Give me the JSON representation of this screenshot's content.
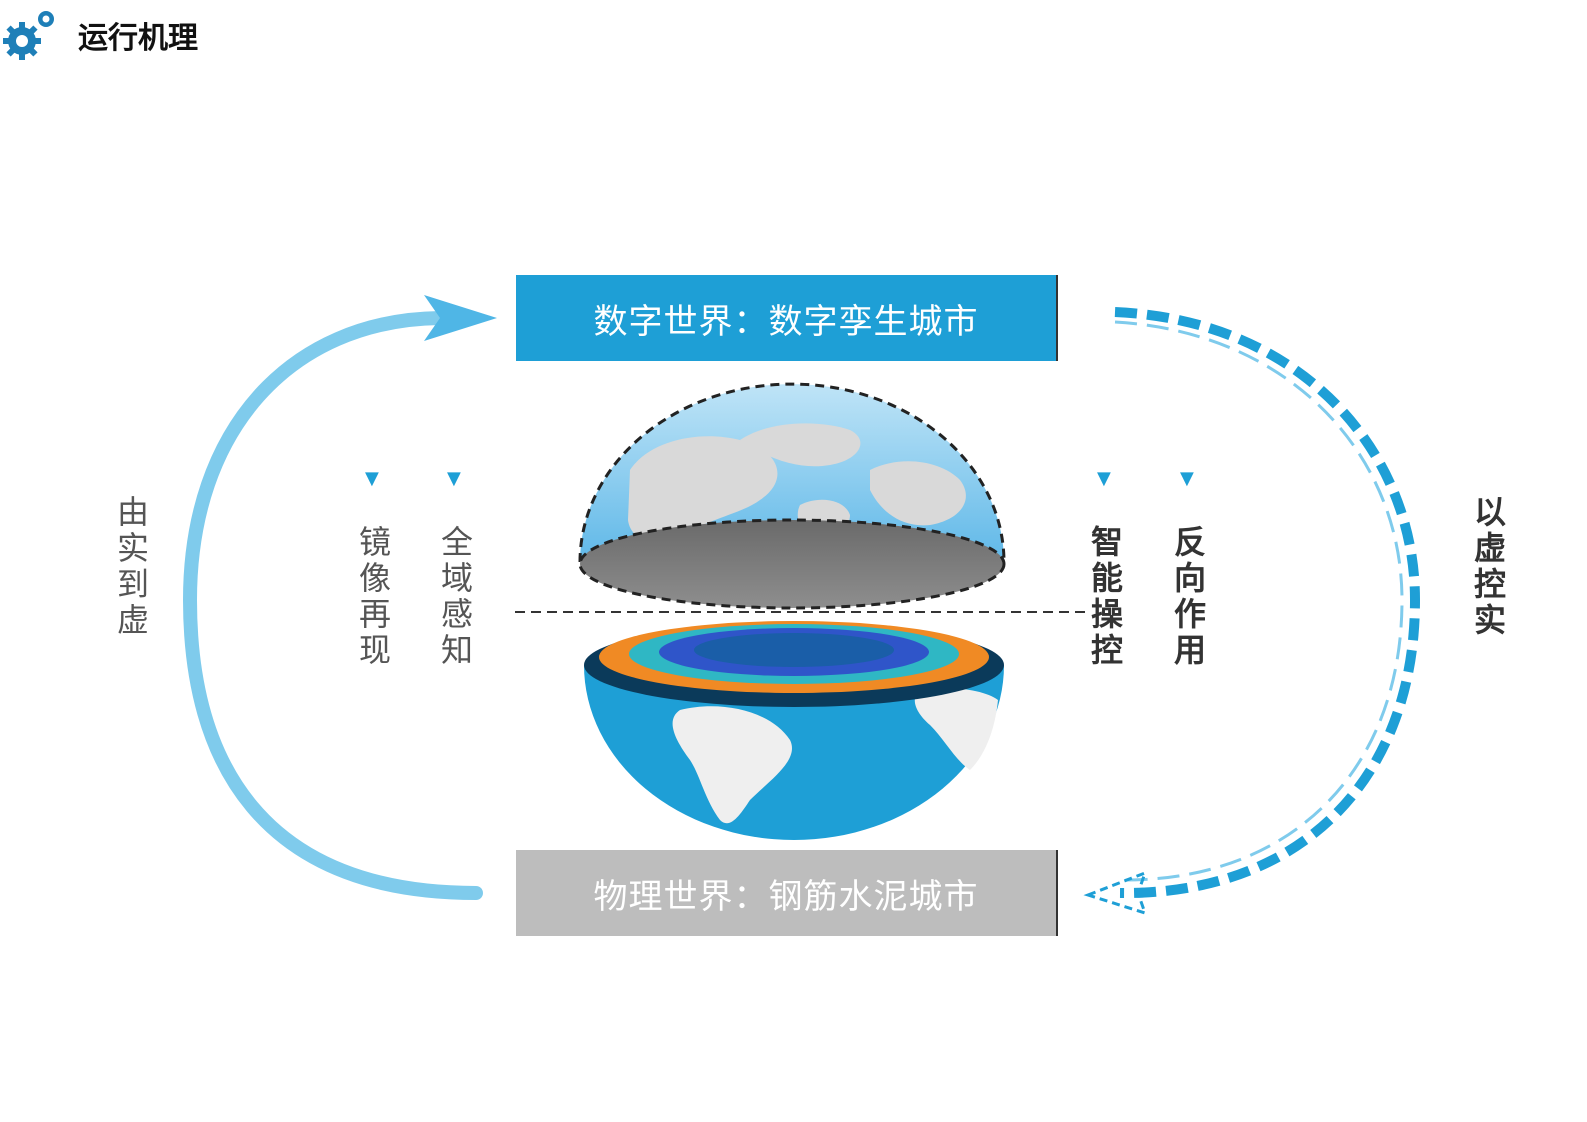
{
  "header": {
    "title": "运行机理",
    "icon": "gears-icon"
  },
  "digital_world": {
    "label": "数字世界：数字孪生城市",
    "color": "#1e9fd6"
  },
  "physical_world": {
    "label": "物理世界：钢筋水泥城市",
    "color": "#bdbdbd"
  },
  "left_cycle": {
    "label": "由实到虚"
  },
  "right_cycle": {
    "label": "以虚控实"
  },
  "left_features": [
    {
      "label": "镜像再现"
    },
    {
      "label": "全域感知"
    }
  ],
  "right_features": [
    {
      "label": "智能操控"
    },
    {
      "label": "反向作用"
    }
  ],
  "colors": {
    "accent": "#1e9fd6",
    "arrow_light": "#7fcbec",
    "land": "#d9d9d9",
    "ocean": "#1e9fd6",
    "core_orange": "#f08a24",
    "core_teal": "#2fb7c4",
    "core_blue": "#2f55c9",
    "core_navy": "#0b3a5a"
  }
}
